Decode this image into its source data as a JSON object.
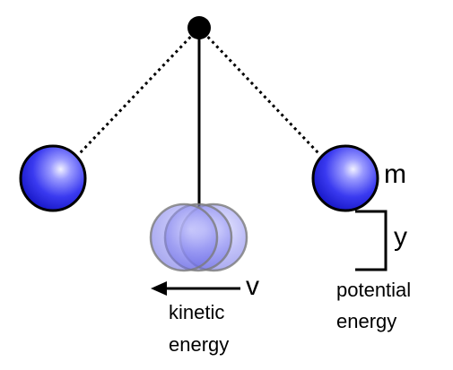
{
  "labels": {
    "mass": "m",
    "height": "y",
    "velocity": "v",
    "kinetic_line1": "kinetic",
    "kinetic_line2": "energy",
    "potential_line1": "potential",
    "potential_line2": "energy"
  },
  "colors": {
    "line": "#000000",
    "ball_dark": "#1010c8",
    "ball_light": "#e8e8ff",
    "ghost_ball": "#8888ee",
    "ghost_outline": "#7a7a7a"
  }
}
